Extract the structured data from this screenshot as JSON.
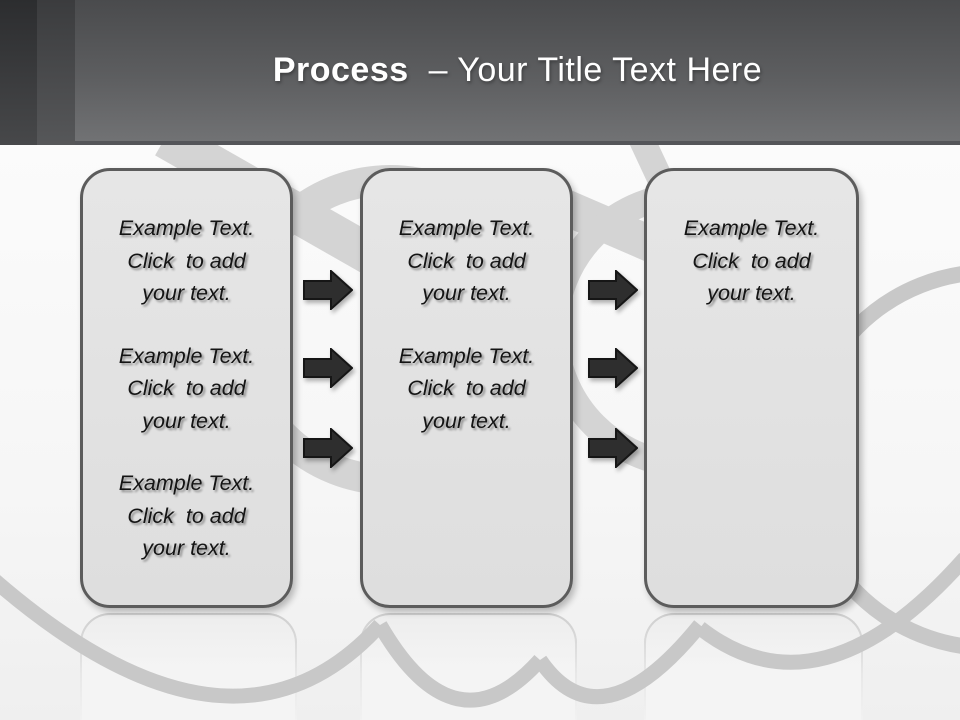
{
  "header": {
    "title_keyword": "Process",
    "title_rest": "  – Your Title Text Here"
  },
  "columns": [
    {
      "name": "step-1",
      "paragraphs": [
        "Example Text.\nClick  to add\nyour text.",
        "Example Text.\nClick  to add\nyour text.",
        "Example Text.\nClick  to add\nyour text."
      ]
    },
    {
      "name": "step-2",
      "paragraphs": [
        "Example Text.\nClick  to add\nyour text.",
        "Example Text.\nClick  to add\nyour text."
      ]
    },
    {
      "name": "step-3",
      "paragraphs": [
        "Example Text.\nClick  to add\nyour text."
      ]
    }
  ],
  "arrows": {
    "direction": "right",
    "between_step_1_and_2": 3,
    "between_step_2_and_3": 3
  },
  "colors": {
    "header_top": "#4a4b4d",
    "header_bottom": "#717274",
    "title_color": "#ffffff",
    "box_fill": "#e6e6e6",
    "box_border": "#5c5c5c",
    "arrow_fill": "#2e2e2e",
    "arrow_outline": "#161616",
    "art_gray": "#d4d4d4",
    "arc_gray": "#c8c8c8",
    "text_color": "#141414"
  }
}
